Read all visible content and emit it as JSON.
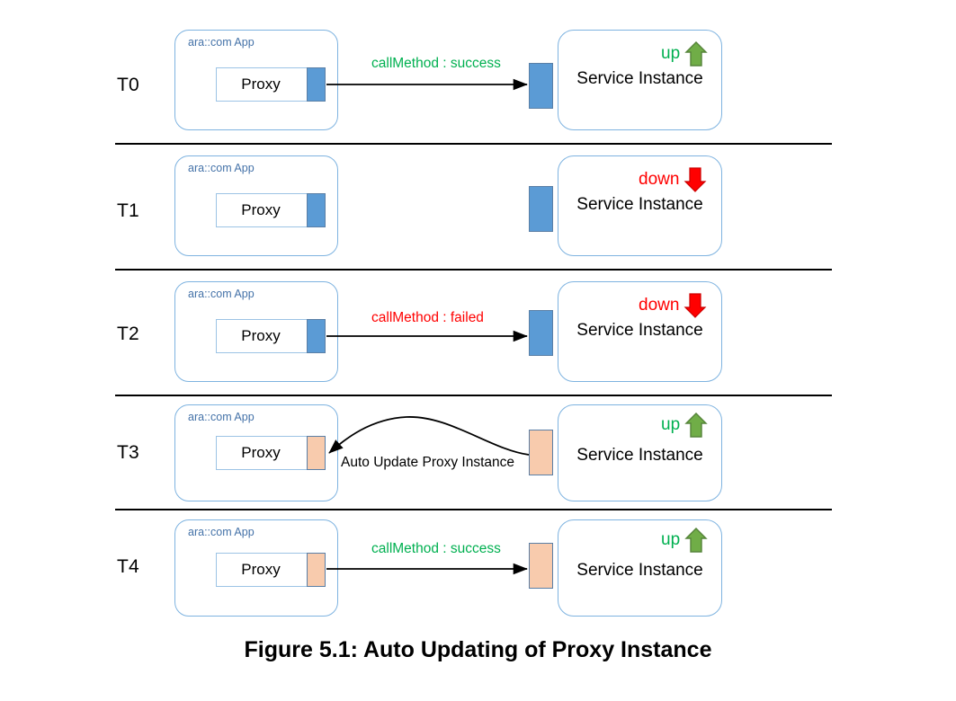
{
  "figure": {
    "caption": "Figure 5.1:  Auto Updating of Proxy Instance",
    "colors": {
      "app_border": "#7EB3E0",
      "app_title": "#4472A8",
      "proxy_border": "#9CC3E5",
      "port_blue": "#5B9BD5",
      "port_peach": "#F8CBAD",
      "port_outline": "#5A7FA6",
      "status_up": "#00B050",
      "status_down": "#FF0000",
      "arrow": "#000000",
      "divider": "#000000"
    }
  },
  "labels": {
    "app_title": "ara::com App",
    "proxy": "Proxy",
    "service": "Service Instance"
  },
  "status": {
    "up": "up",
    "down": "down",
    "up_icon": "arrow-up-icon",
    "down_icon": "arrow-down-icon"
  },
  "messages": {
    "call_success": "callMethod : success",
    "call_failed": "callMethod : failed",
    "auto_update": "Auto Update Proxy Instance"
  },
  "rows": [
    {
      "time": "T0",
      "port_color": "blue",
      "service_port_color": "blue",
      "status": "up",
      "message": "callMethod : success",
      "message_kind": "success",
      "arrow": "straight"
    },
    {
      "time": "T1",
      "port_color": "blue",
      "service_port_color": "blue",
      "status": "down",
      "message": "",
      "message_kind": "none",
      "arrow": "none"
    },
    {
      "time": "T2",
      "port_color": "blue",
      "service_port_color": "blue",
      "status": "down",
      "message": "callMethod : failed",
      "message_kind": "failed",
      "arrow": "straight"
    },
    {
      "time": "T3",
      "port_color": "peach",
      "service_port_color": "peach",
      "status": "up",
      "message": "Auto Update Proxy Instance",
      "message_kind": "neutral",
      "arrow": "curved-left"
    },
    {
      "time": "T4",
      "port_color": "peach",
      "service_port_color": "peach",
      "status": "up",
      "message": "callMethod : success",
      "message_kind": "success",
      "arrow": "straight"
    }
  ]
}
